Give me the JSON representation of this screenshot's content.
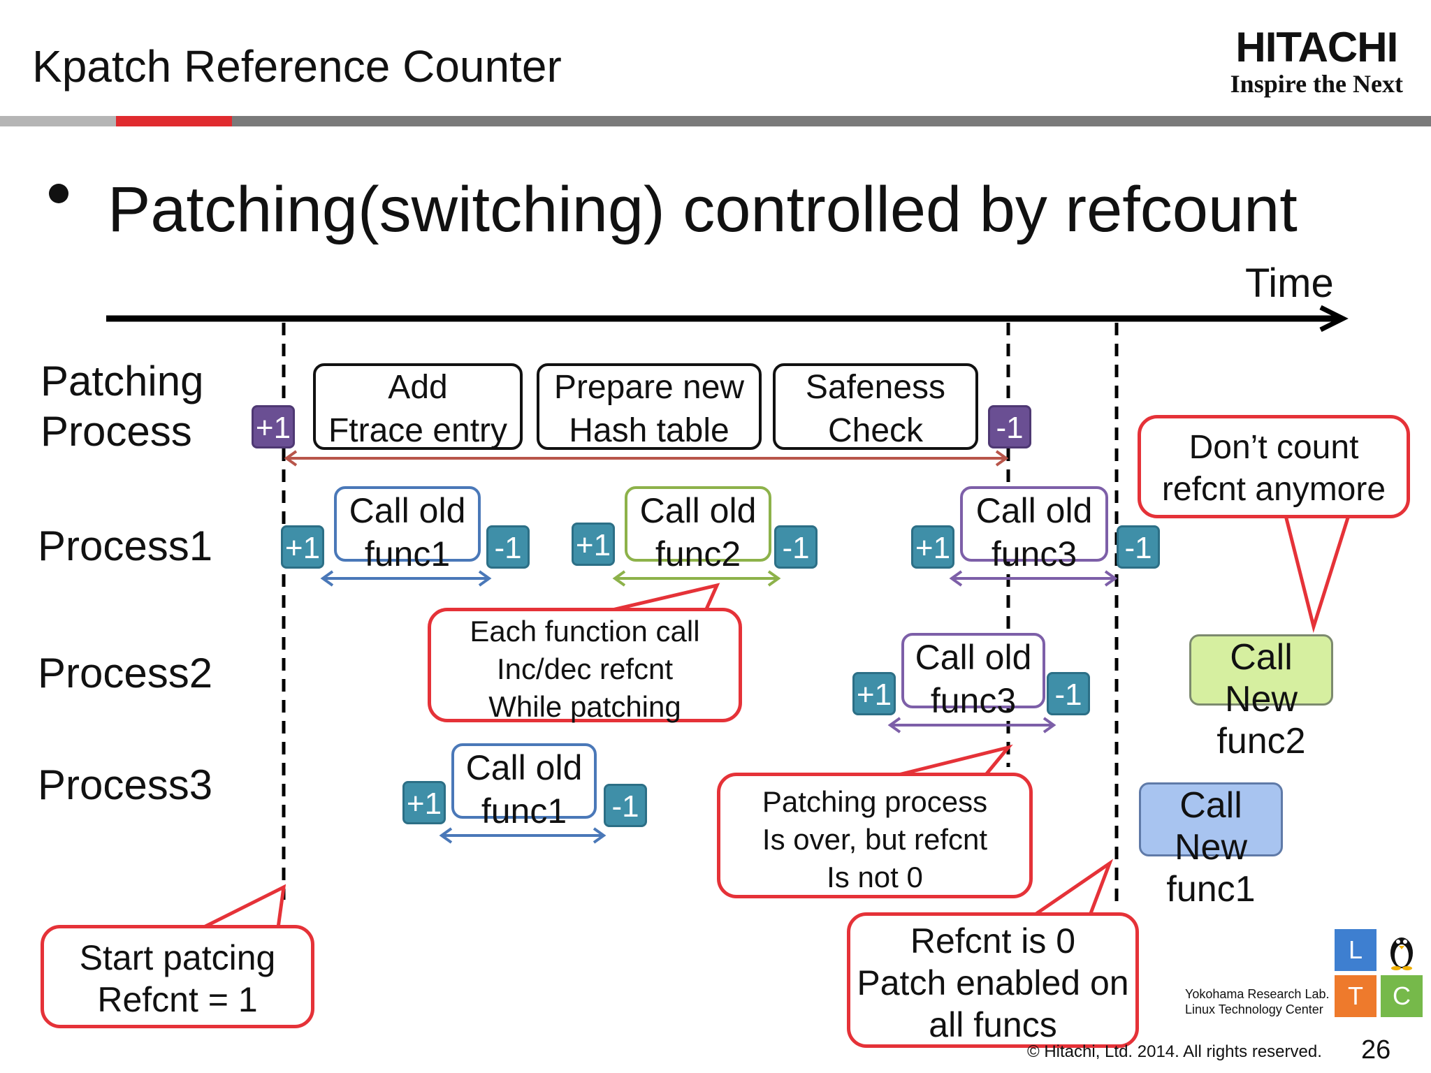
{
  "slide": {
    "title": "Kpatch Reference Counter",
    "bullet": "Patching(switching) controlled by refcount",
    "time_label": "Time"
  },
  "logo": {
    "brand": "HITACHI",
    "tagline": "Inspire the Next"
  },
  "rows": {
    "patching_line1": "Patching",
    "patching_line2": "Process",
    "process1": "Process1",
    "process2": "Process2",
    "process3": "Process3"
  },
  "patch_steps": [
    {
      "line1": "Add",
      "line2": "Ftrace entry"
    },
    {
      "line1": "Prepare new",
      "line2": "Hash table"
    },
    {
      "line1": "Safeness",
      "line2": "Check"
    }
  ],
  "calls": {
    "p1_func1": {
      "line1": "Call old",
      "line2": "func1"
    },
    "p1_func2": {
      "line1": "Call old",
      "line2": "func2"
    },
    "p1_func3": {
      "line1": "Call old",
      "line2": "func3"
    },
    "p2_func3": {
      "line1": "Call old",
      "line2": "func3"
    },
    "p3_func1": {
      "line1": "Call old",
      "line2": "func1"
    },
    "new_func2": {
      "line1": "Call New",
      "line2": "func2"
    },
    "new_func1": {
      "line1": "Call New",
      "line2": "func1"
    }
  },
  "badges": {
    "plus": "+1",
    "minus": "-1"
  },
  "notes": {
    "dont_count": {
      "line1": "Don’t count",
      "line2": "refcnt anymore"
    },
    "each_call": {
      "line1": "Each function call",
      "line2": "Inc/dec refcnt",
      "line3": "While patching"
    },
    "patch_over": {
      "line1": "Patching process",
      "line2": "Is over, but refcnt",
      "line3": "Is not 0"
    },
    "start": {
      "line1": "Start patcing",
      "line2": "Refcnt = 1"
    },
    "refcnt0": {
      "line1": "Refcnt is 0",
      "line2": "Patch enabled on",
      "line3": "all funcs"
    }
  },
  "footer": {
    "lab1": "Yokohama Research Lab.",
    "lab2": "Linux Technology Center",
    "copyright": "© Hitachi, Ltd. 2014. All rights reserved.",
    "page": "26",
    "ltc": [
      "L",
      "T",
      "C"
    ]
  },
  "colors": {
    "accent_red": "#e02b2f",
    "bar_gray": "#7a7a7a",
    "teal": "#3f8fa8",
    "purple": "#6a4f93",
    "blue": "#4a78b8",
    "green": "#8db24a",
    "violet": "#7d5fa8",
    "note_red": "#e53238",
    "new_green": "#d6efa0",
    "new_blue": "#a8c4f0"
  }
}
